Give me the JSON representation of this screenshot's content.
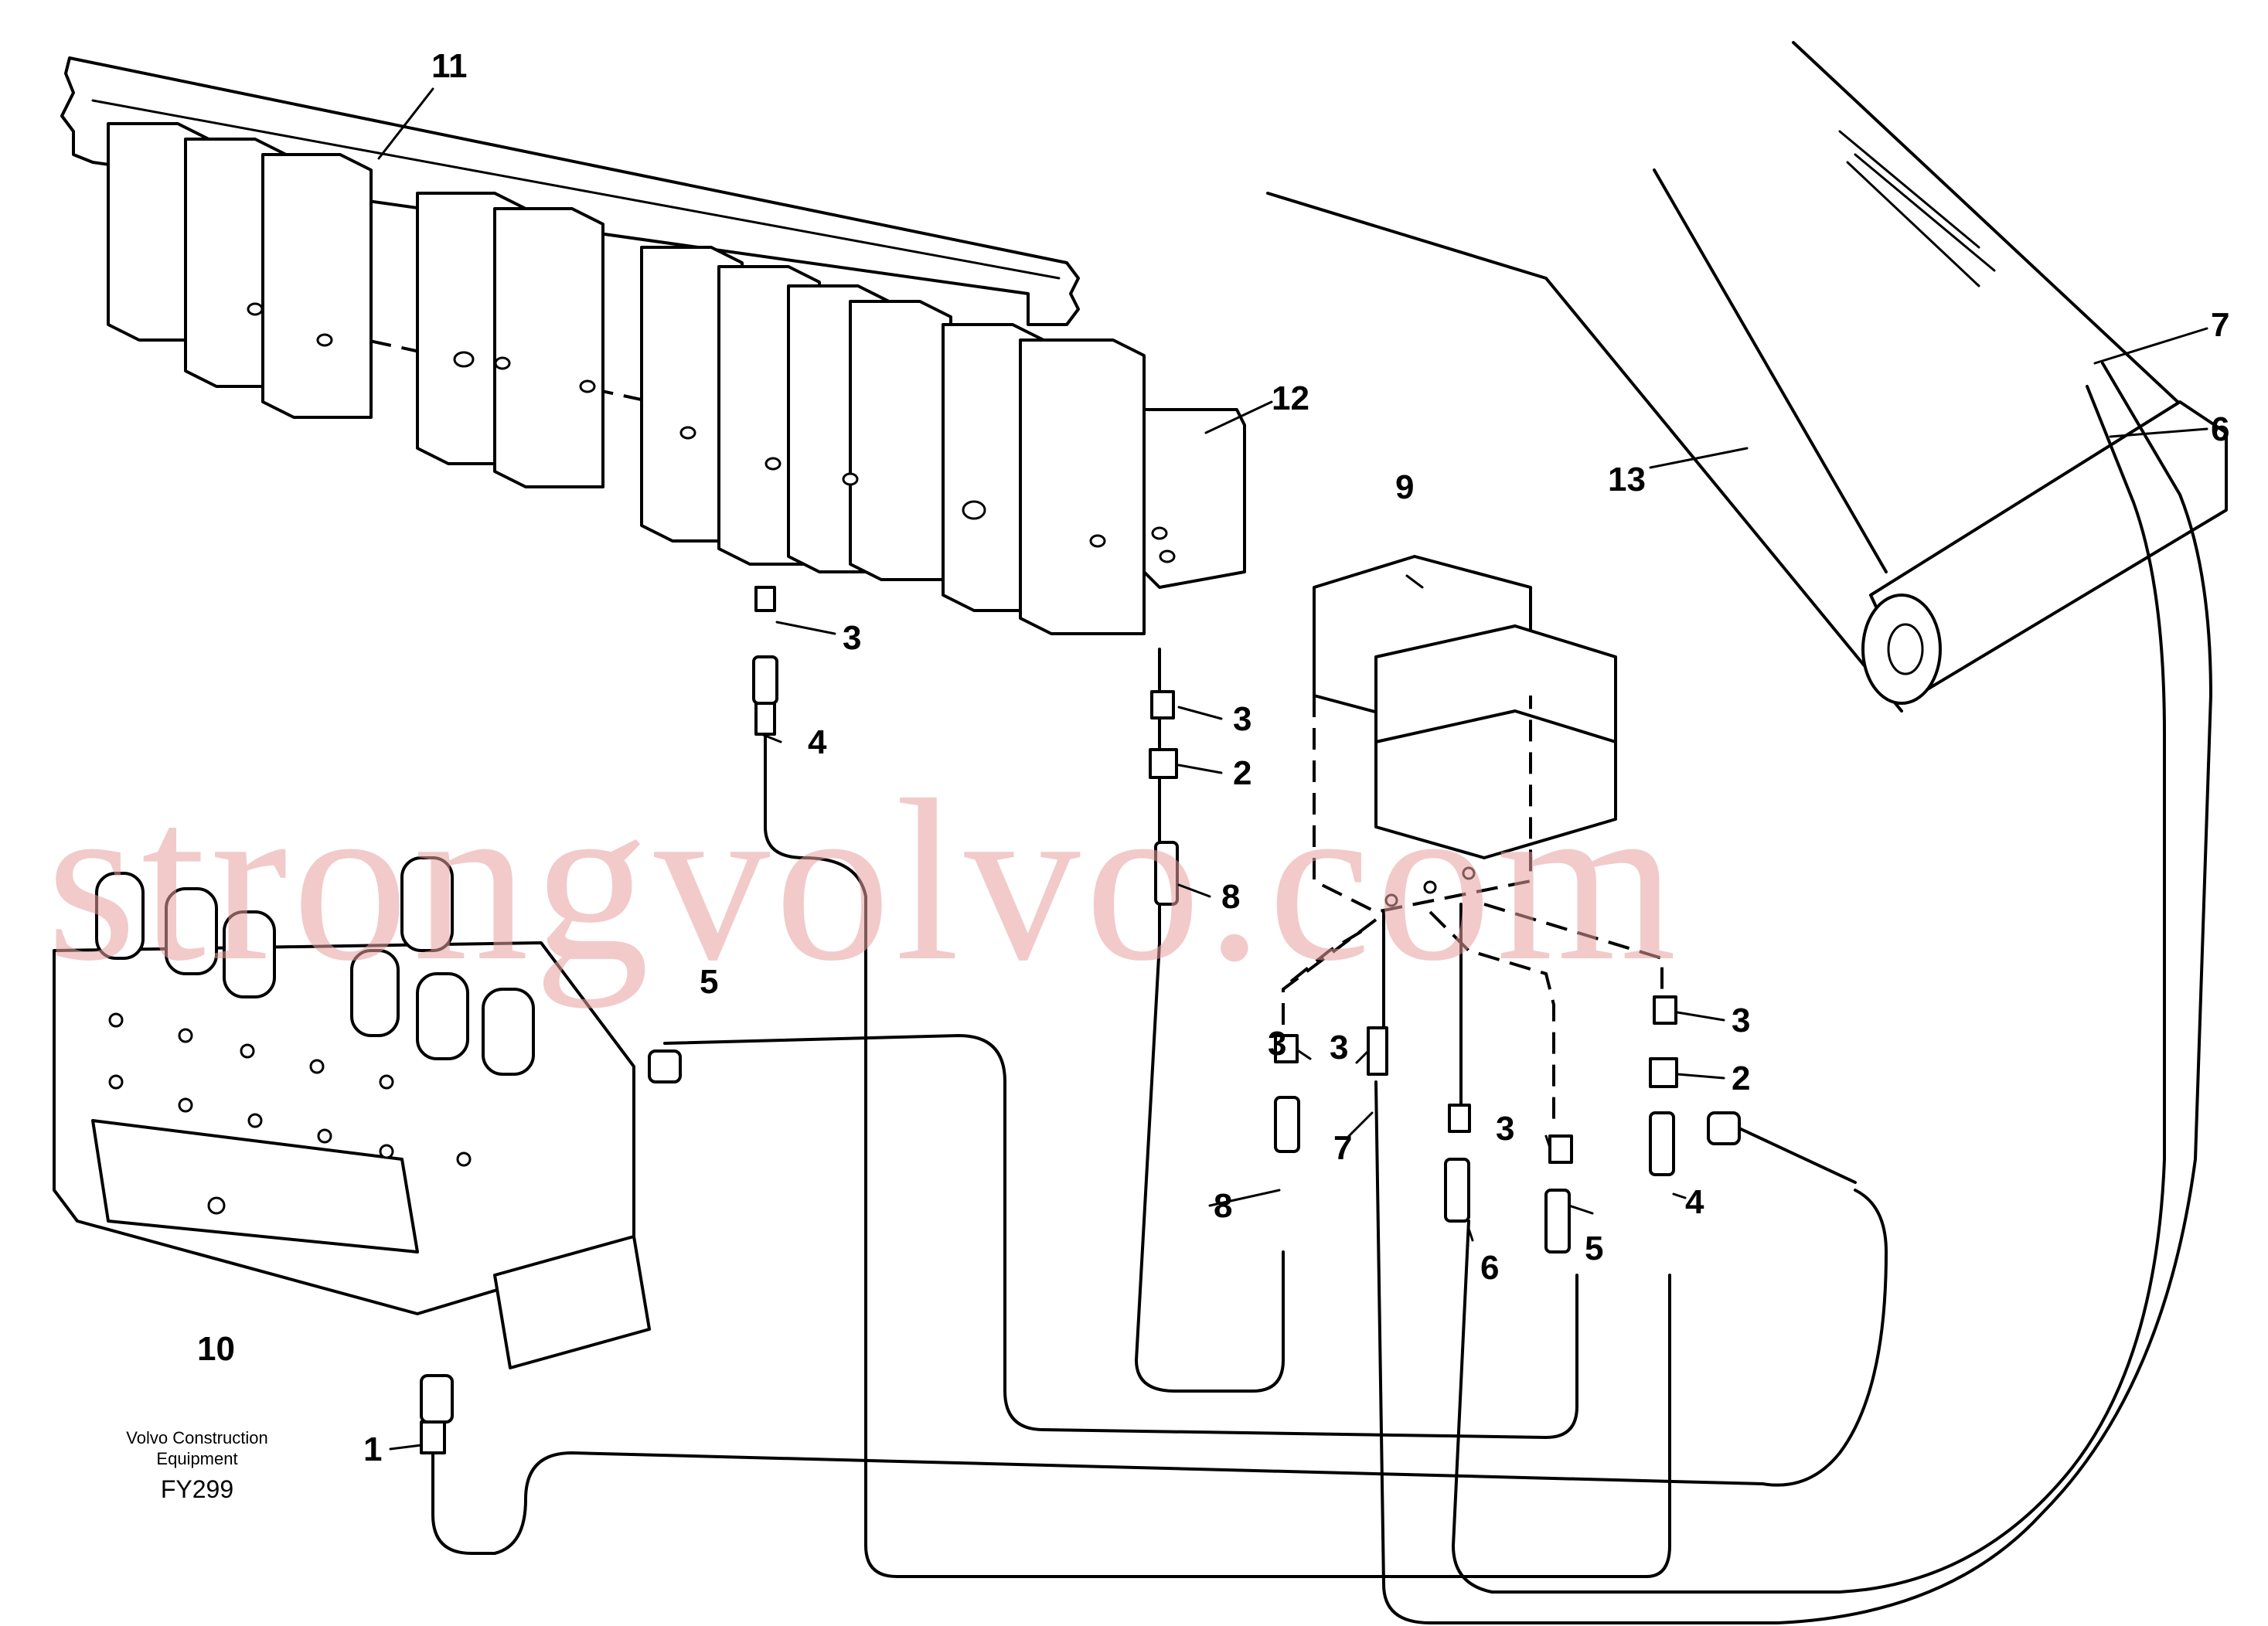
{
  "callouts": {
    "c1": "1",
    "c2a": "2",
    "c2b": "2",
    "c3a": "3",
    "c3b": "3",
    "c3c": "3",
    "c3d": "3",
    "c3e": "3",
    "c3f": "3",
    "c4a": "4",
    "c4b": "4",
    "c5a": "5",
    "c5b": "5",
    "c6a": "6",
    "c6b": "6",
    "c7a": "7",
    "c7b": "7",
    "c8a": "8",
    "c8b": "8",
    "c9": "9",
    "c10": "10",
    "c11": "11",
    "c12": "12",
    "c13": "13"
  },
  "caption": {
    "line1": "Volvo Construction",
    "line2": "Equipment",
    "code": "FY299"
  },
  "watermark": "strongvolvo.com"
}
